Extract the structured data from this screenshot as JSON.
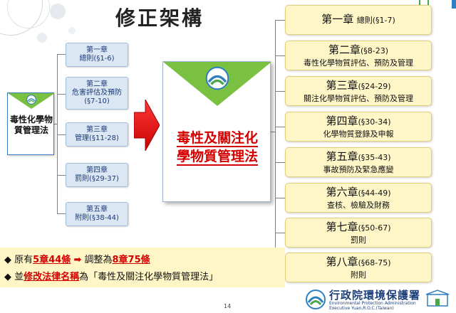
{
  "title": "修正架構",
  "old_law": {
    "name": "毒性化學物質管理法",
    "chapters": [
      {
        "title": "第一章",
        "subtitle": "總則(§1-6)"
      },
      {
        "title": "第二章",
        "subtitle": "危害評估及預防",
        "range": "(§7-10)"
      },
      {
        "title": "第三章",
        "subtitle": "管理(§11-28)"
      },
      {
        "title": "第四章",
        "subtitle": "罰則(§29-37)"
      },
      {
        "title": "第五章",
        "subtitle": "附則(§38-44)"
      }
    ]
  },
  "new_law": {
    "name_line1": "毒性及關注化",
    "name_line2": "學物質管理法",
    "chapters": [
      {
        "title": "第一章",
        "range": "總則(§1-7)",
        "subtitle": ""
      },
      {
        "title": "第二章",
        "range": "(§8-23)",
        "subtitle": "毒性化學物質評估、預防及管理"
      },
      {
        "title": "第三章",
        "range": "(§24-29)",
        "subtitle": "關注化學物質評估、預防及管理"
      },
      {
        "title": "第四章",
        "range": "(§30-34)",
        "subtitle": "化學物質登錄及申報"
      },
      {
        "title": "第五章",
        "range": "(§35-43)",
        "subtitle": "事故預防及緊急應變"
      },
      {
        "title": "第六章",
        "range": "(§44-49)",
        "subtitle": "查核、檢驗及財務"
      },
      {
        "title": "第七章",
        "range": "(§50-67)",
        "subtitle": "罰則"
      },
      {
        "title": "第八章",
        "range": "(§68-75)",
        "subtitle": "附則"
      }
    ]
  },
  "notes": {
    "bullet": "◆",
    "line1_prefix": "原有",
    "line1_old": "5章44條",
    "line1_arrow": "➡",
    "line1_mid": "調整為",
    "line1_new": "8章75條",
    "line2_prefix": "並",
    "line2_emph": "修改法律名稱",
    "line2_suffix": "為「毒性及關注化學物質管理法」"
  },
  "page_number": "14",
  "agency": {
    "name_zh": "行政院環境保護署",
    "name_en1": "Environmental Protection Administration",
    "name_en2": "Executive Yuan,R.O.C.(Taiwan)"
  },
  "colors": {
    "green": "#7ac142",
    "red": "#d40000",
    "old_box": "#dbe7f3",
    "new_box": "#fff6c8"
  }
}
